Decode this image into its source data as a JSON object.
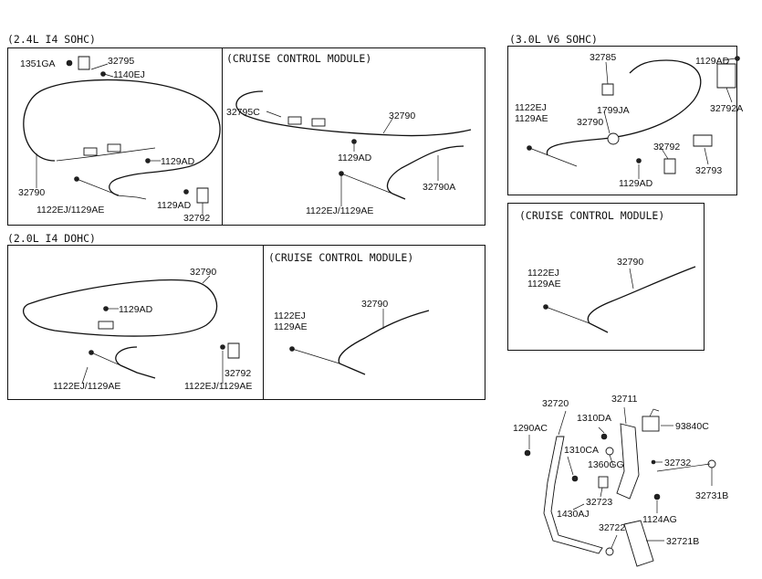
{
  "sections": {
    "s24": "(2.4L I4 SOHC)",
    "s20": "(2.0L I4 DOHC)",
    "s30": "(3.0L V6 SOHC)",
    "ccm": "(CRUISE CONTROL MODULE)"
  },
  "labels": {
    "p1351GA": "1351GA",
    "p32795": "32795",
    "p1140EJ": "1140EJ",
    "p32790": "32790",
    "p1129AD": "1129AD",
    "p1122EJ_1129AE": "1122EJ/1129AE",
    "p32792": "32792",
    "p32795C": "32795C",
    "p32790A": "32790A",
    "p32785": "32785",
    "p32792A": "32792A",
    "p1122EJ": "1122EJ",
    "p1129AE": "1129AE",
    "p1799JA": "1799JA",
    "p32793": "32793",
    "p32720": "32720",
    "p32711": "32711",
    "p1290AC": "1290AC",
    "p1310DA": "1310DA",
    "p93840C": "93840C",
    "p1310CA": "1310CA",
    "p1360GG": "1360GG",
    "p32732": "32732",
    "p32731B": "32731B",
    "p32723": "32723",
    "p1430AJ": "1430AJ",
    "p1124AG": "1124AG",
    "p32722": "32722",
    "p32721B": "32721B"
  }
}
